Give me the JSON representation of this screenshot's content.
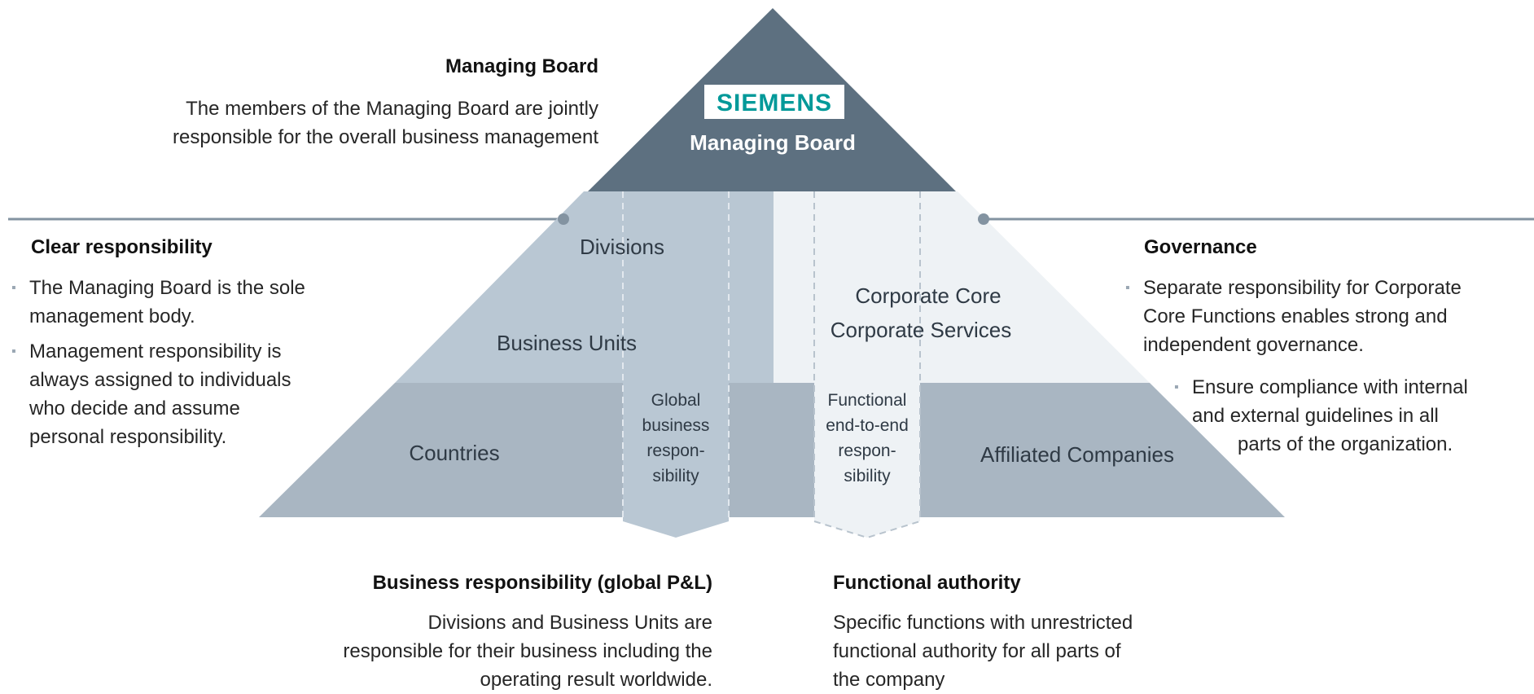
{
  "brand": {
    "logo_text": "SIEMENS",
    "color": "#009999"
  },
  "colors": {
    "apex": "#5d7080",
    "mid": "#b9c7d3",
    "light": "#eef2f5",
    "base": "#a9b6c2"
  },
  "apex": {
    "label": "Managing Board"
  },
  "managing_board": {
    "heading": "Managing Board",
    "lines": [
      "The members of the Managing Board are jointly",
      "responsible for the overall business management"
    ]
  },
  "clear_responsibility": {
    "heading": "Clear responsibility",
    "items": [
      [
        "The Managing Board is the sole",
        "management body."
      ],
      [
        "Management responsibility is",
        "always assigned to individuals",
        "who decide and assume",
        "personal responsibility."
      ]
    ]
  },
  "governance": {
    "heading": "Governance",
    "items": [
      [
        "Separate responsibility for Corporate",
        "Core Functions enables strong and",
        "independent governance."
      ]
    ],
    "sub_items": [
      [
        "Ensure compliance with internal",
        "and external guidelines in all",
        "parts of the organization."
      ]
    ]
  },
  "pyramid": {
    "divisions": "Divisions",
    "business_units": "Business Units",
    "countries": "Countries",
    "corporate_core": "Corporate Core",
    "corporate_services": "Corporate Services",
    "affiliated_companies": "Affiliated Companies",
    "global_arrow": [
      "Global",
      "business",
      "respon-",
      "sibility"
    ],
    "functional_arrow": [
      "Functional",
      "end-to-end",
      "respon-",
      "sibility"
    ]
  },
  "business_responsibility": {
    "heading": "Business responsibility (global P&L)",
    "lines": [
      "Divisions and Business Units are",
      "responsible for their business including the",
      "operating result worldwide."
    ]
  },
  "functional_authority": {
    "heading": "Functional authority",
    "lines": [
      "Specific functions with unrestricted",
      "functional authority for all parts of",
      "the company"
    ]
  }
}
